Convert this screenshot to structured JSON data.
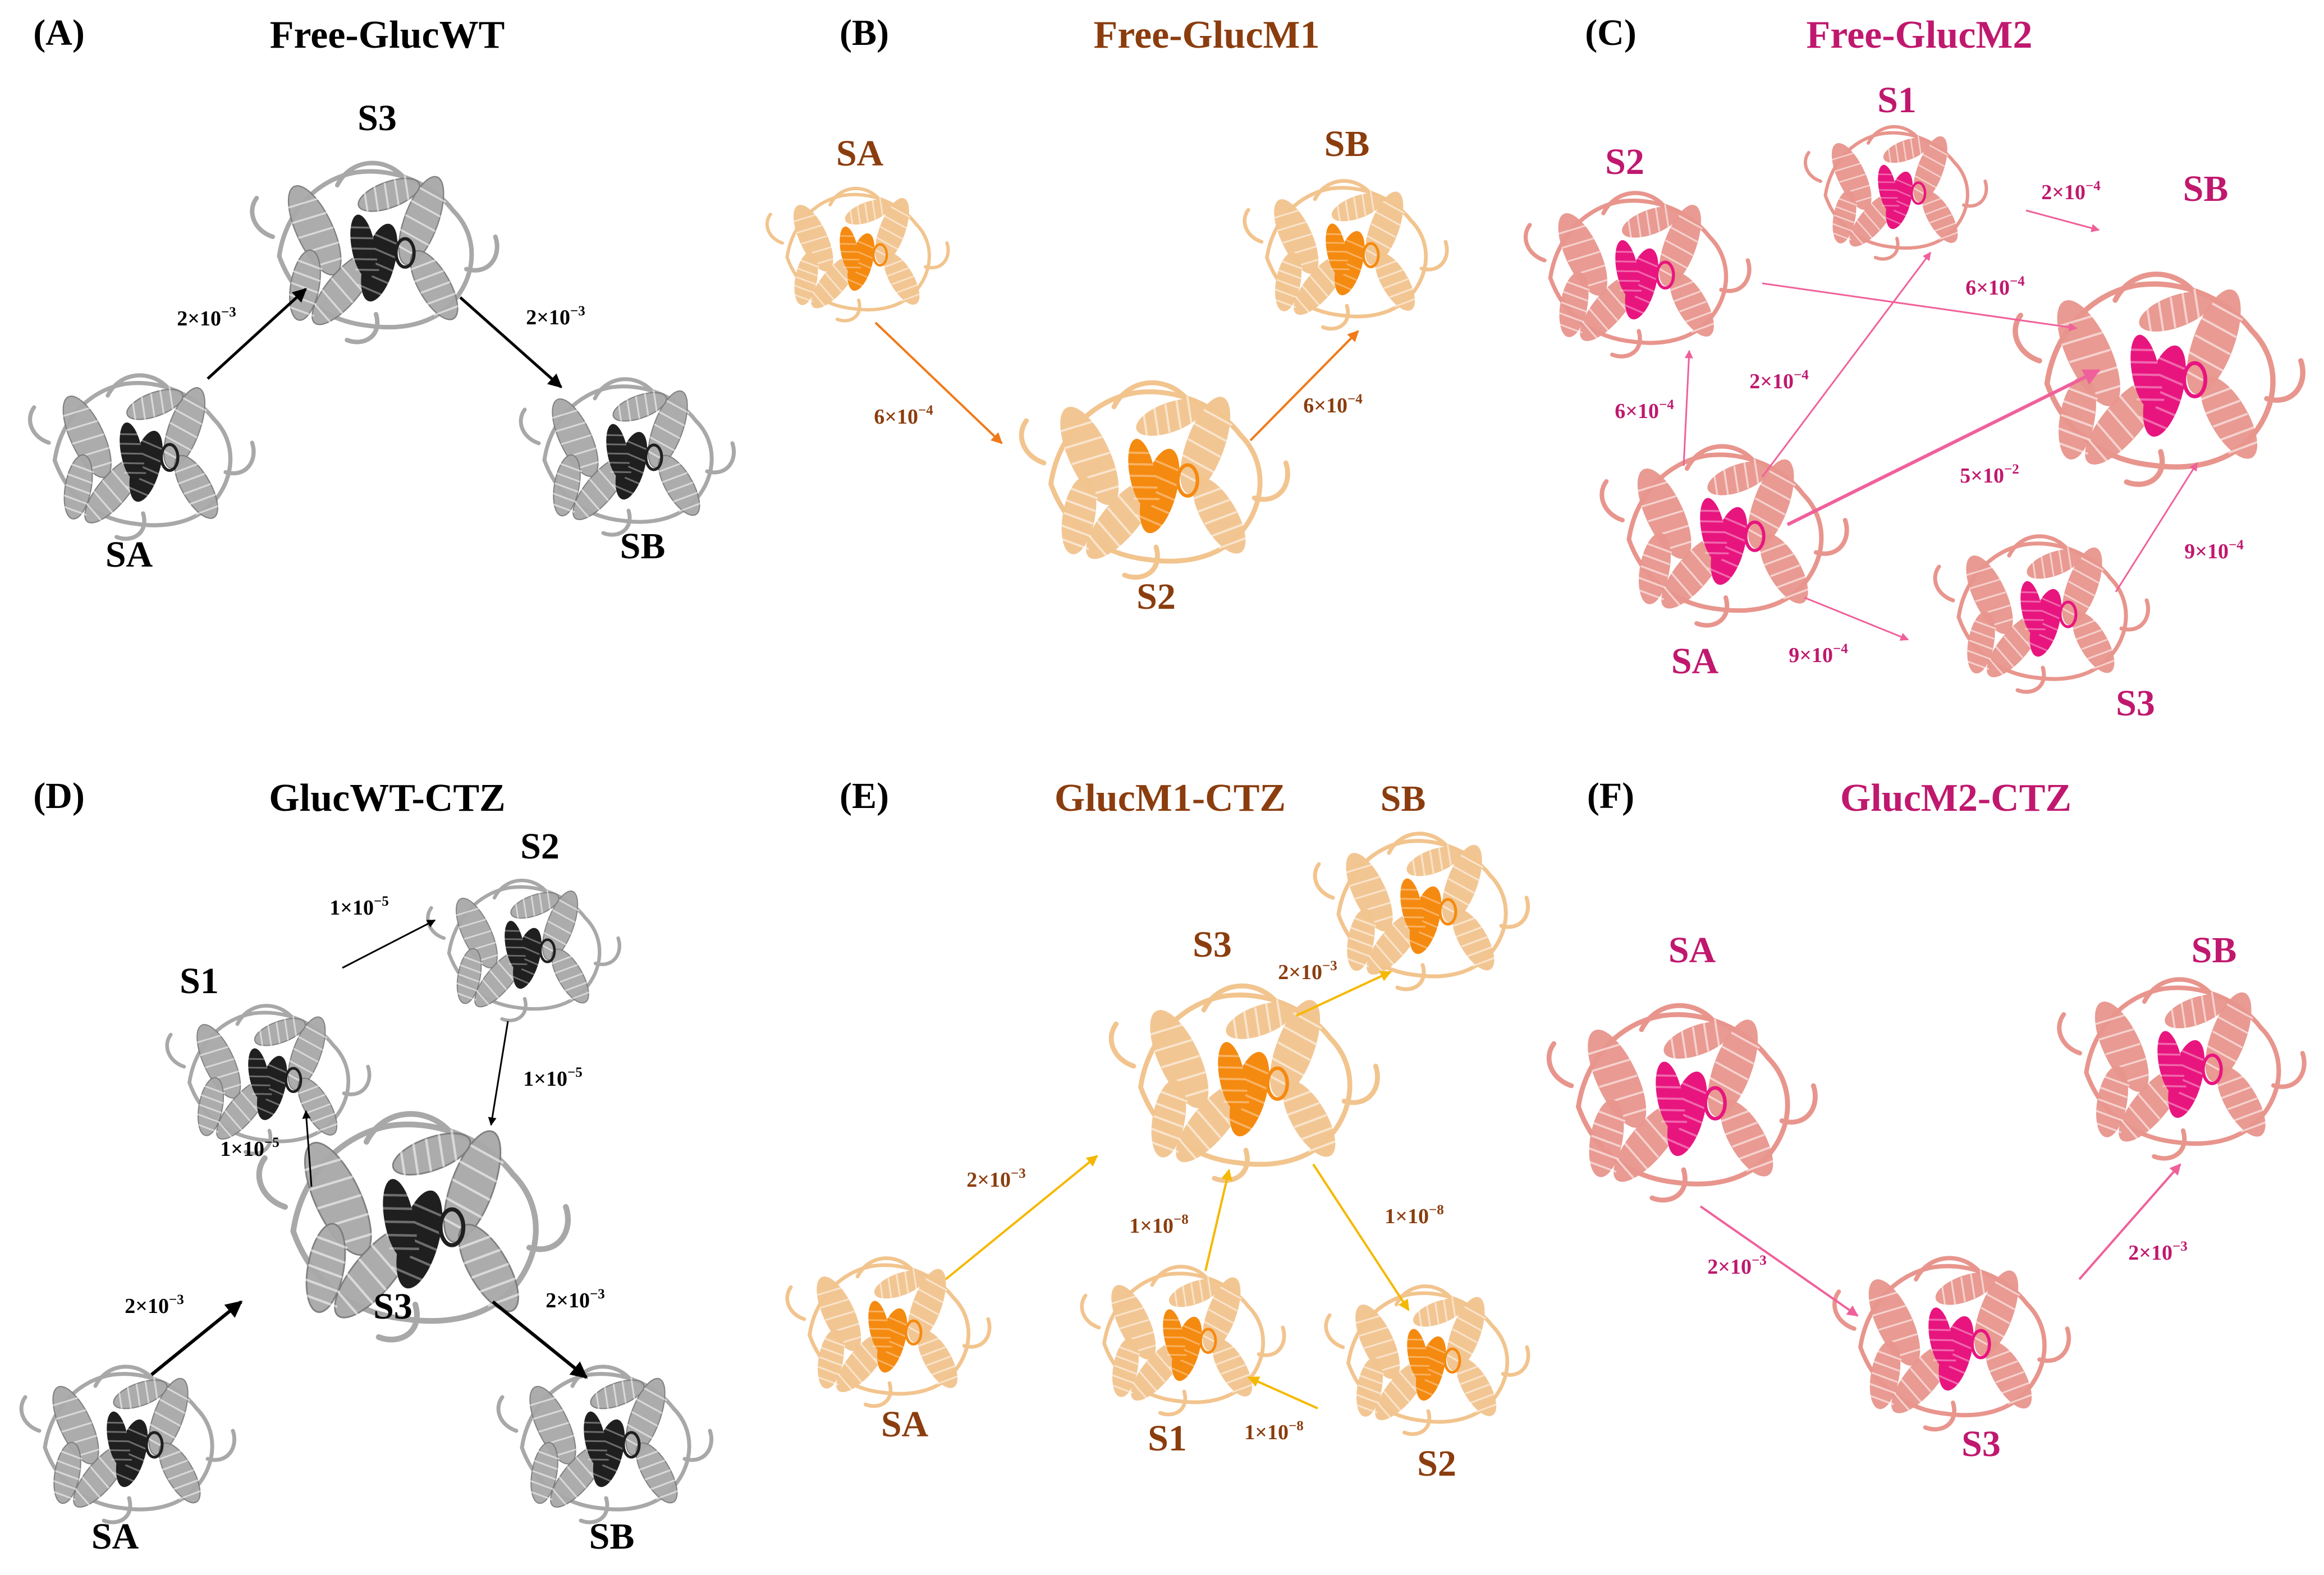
{
  "colors": {
    "gray_panel": "#000000",
    "brown_text": "#8b3d0e",
    "pink_text": "#c0186e",
    "gray_arrow": "#000000",
    "orange_arrow": "#f07a1a",
    "yellow_arrow": "#f5b800",
    "pink_arrow": "#f0609a",
    "gray_light": "#a8a8a8",
    "gray_dark": "#1f1f1f",
    "peach_light": "#f2c48e",
    "orange_helix": "#f58a10",
    "salmon_light": "#e8958d",
    "magenta_helix": "#e8157f"
  },
  "panels": [
    {
      "id": "A",
      "letter": "(A)",
      "title": "Free-GlucWT",
      "color": "gray",
      "protein_style": "gray",
      "states": [
        "SA",
        "S3",
        "SB"
      ],
      "transitions": [
        {
          "from": "SA",
          "to": "S3",
          "mantissa": "2",
          "exponent": "−3"
        },
        {
          "from": "S3",
          "to": "SB",
          "mantissa": "2",
          "exponent": "−3"
        }
      ]
    },
    {
      "id": "B",
      "letter": "(B)",
      "title": "Free-GlucM1",
      "color": "brown",
      "protein_style": "orange",
      "states": [
        "SA",
        "SB",
        "S2"
      ],
      "transitions": [
        {
          "from": "SA",
          "to": "S2",
          "mantissa": "6",
          "exponent": "−4"
        },
        {
          "from": "S2",
          "to": "SB",
          "mantissa": "6",
          "exponent": "−4"
        }
      ]
    },
    {
      "id": "C",
      "letter": "(C)",
      "title": "Free-GlucM2",
      "color": "pink",
      "protein_style": "pink",
      "states": [
        "S1",
        "S2",
        "SB",
        "SA",
        "S3"
      ],
      "transitions": [
        {
          "from": "S1",
          "to": "SB",
          "mantissa": "2",
          "exponent": "−4"
        },
        {
          "from": "S2",
          "to": "SB",
          "mantissa": "6",
          "exponent": "−4"
        },
        {
          "from": "SA",
          "to": "S2",
          "mantissa": "6",
          "exponent": "−4"
        },
        {
          "from": "SA",
          "to": "S1",
          "mantissa": "2",
          "exponent": "−4"
        },
        {
          "from": "SA",
          "to": "SB",
          "mantissa": "5",
          "exponent": "−2"
        },
        {
          "from": "SA",
          "to": "S3",
          "mantissa": "9",
          "exponent": "−4"
        },
        {
          "from": "S3",
          "to": "SB",
          "mantissa": "9",
          "exponent": "−4"
        }
      ]
    },
    {
      "id": "D",
      "letter": "(D)",
      "title": "GlucWT-CTZ",
      "color": "gray",
      "protein_style": "gray",
      "states": [
        "S2",
        "S1",
        "S3",
        "SA",
        "SB"
      ],
      "transitions": [
        {
          "from": "S1",
          "to": "S2",
          "mantissa": "1",
          "exponent": "−5"
        },
        {
          "from": "S2",
          "to": "S3",
          "mantissa": "1",
          "exponent": "−5"
        },
        {
          "from": "S3",
          "to": "S1",
          "mantissa": "1",
          "exponent": "−5"
        },
        {
          "from": "SA",
          "to": "S3",
          "mantissa": "2",
          "exponent": "−3"
        },
        {
          "from": "S3",
          "to": "SB",
          "mantissa": "2",
          "exponent": "−3"
        }
      ]
    },
    {
      "id": "E",
      "letter": "(E)",
      "title": "GlucM1-CTZ",
      "color": "brown",
      "protein_style": "orange",
      "states": [
        "SB",
        "S3",
        "SA",
        "S1",
        "S2"
      ],
      "transitions": [
        {
          "from": "S3",
          "to": "SB",
          "mantissa": "2",
          "exponent": "−3"
        },
        {
          "from": "SA",
          "to": "S3",
          "mantissa": "2",
          "exponent": "−3"
        },
        {
          "from": "S1",
          "to": "S3",
          "mantissa": "1",
          "exponent": "−8"
        },
        {
          "from": "S3",
          "to": "S2",
          "mantissa": "1",
          "exponent": "−8"
        },
        {
          "from": "S2",
          "to": "S1",
          "mantissa": "1",
          "exponent": "−8"
        }
      ]
    },
    {
      "id": "F",
      "letter": "(F)",
      "title": "GlucM2-CTZ",
      "color": "pink",
      "protein_style": "pink",
      "states": [
        "SA",
        "SB",
        "S3"
      ],
      "transitions": [
        {
          "from": "SA",
          "to": "S3",
          "mantissa": "2",
          "exponent": "−3"
        },
        {
          "from": "S3",
          "to": "SB",
          "mantissa": "2",
          "exponent": "−3"
        }
      ]
    }
  ]
}
